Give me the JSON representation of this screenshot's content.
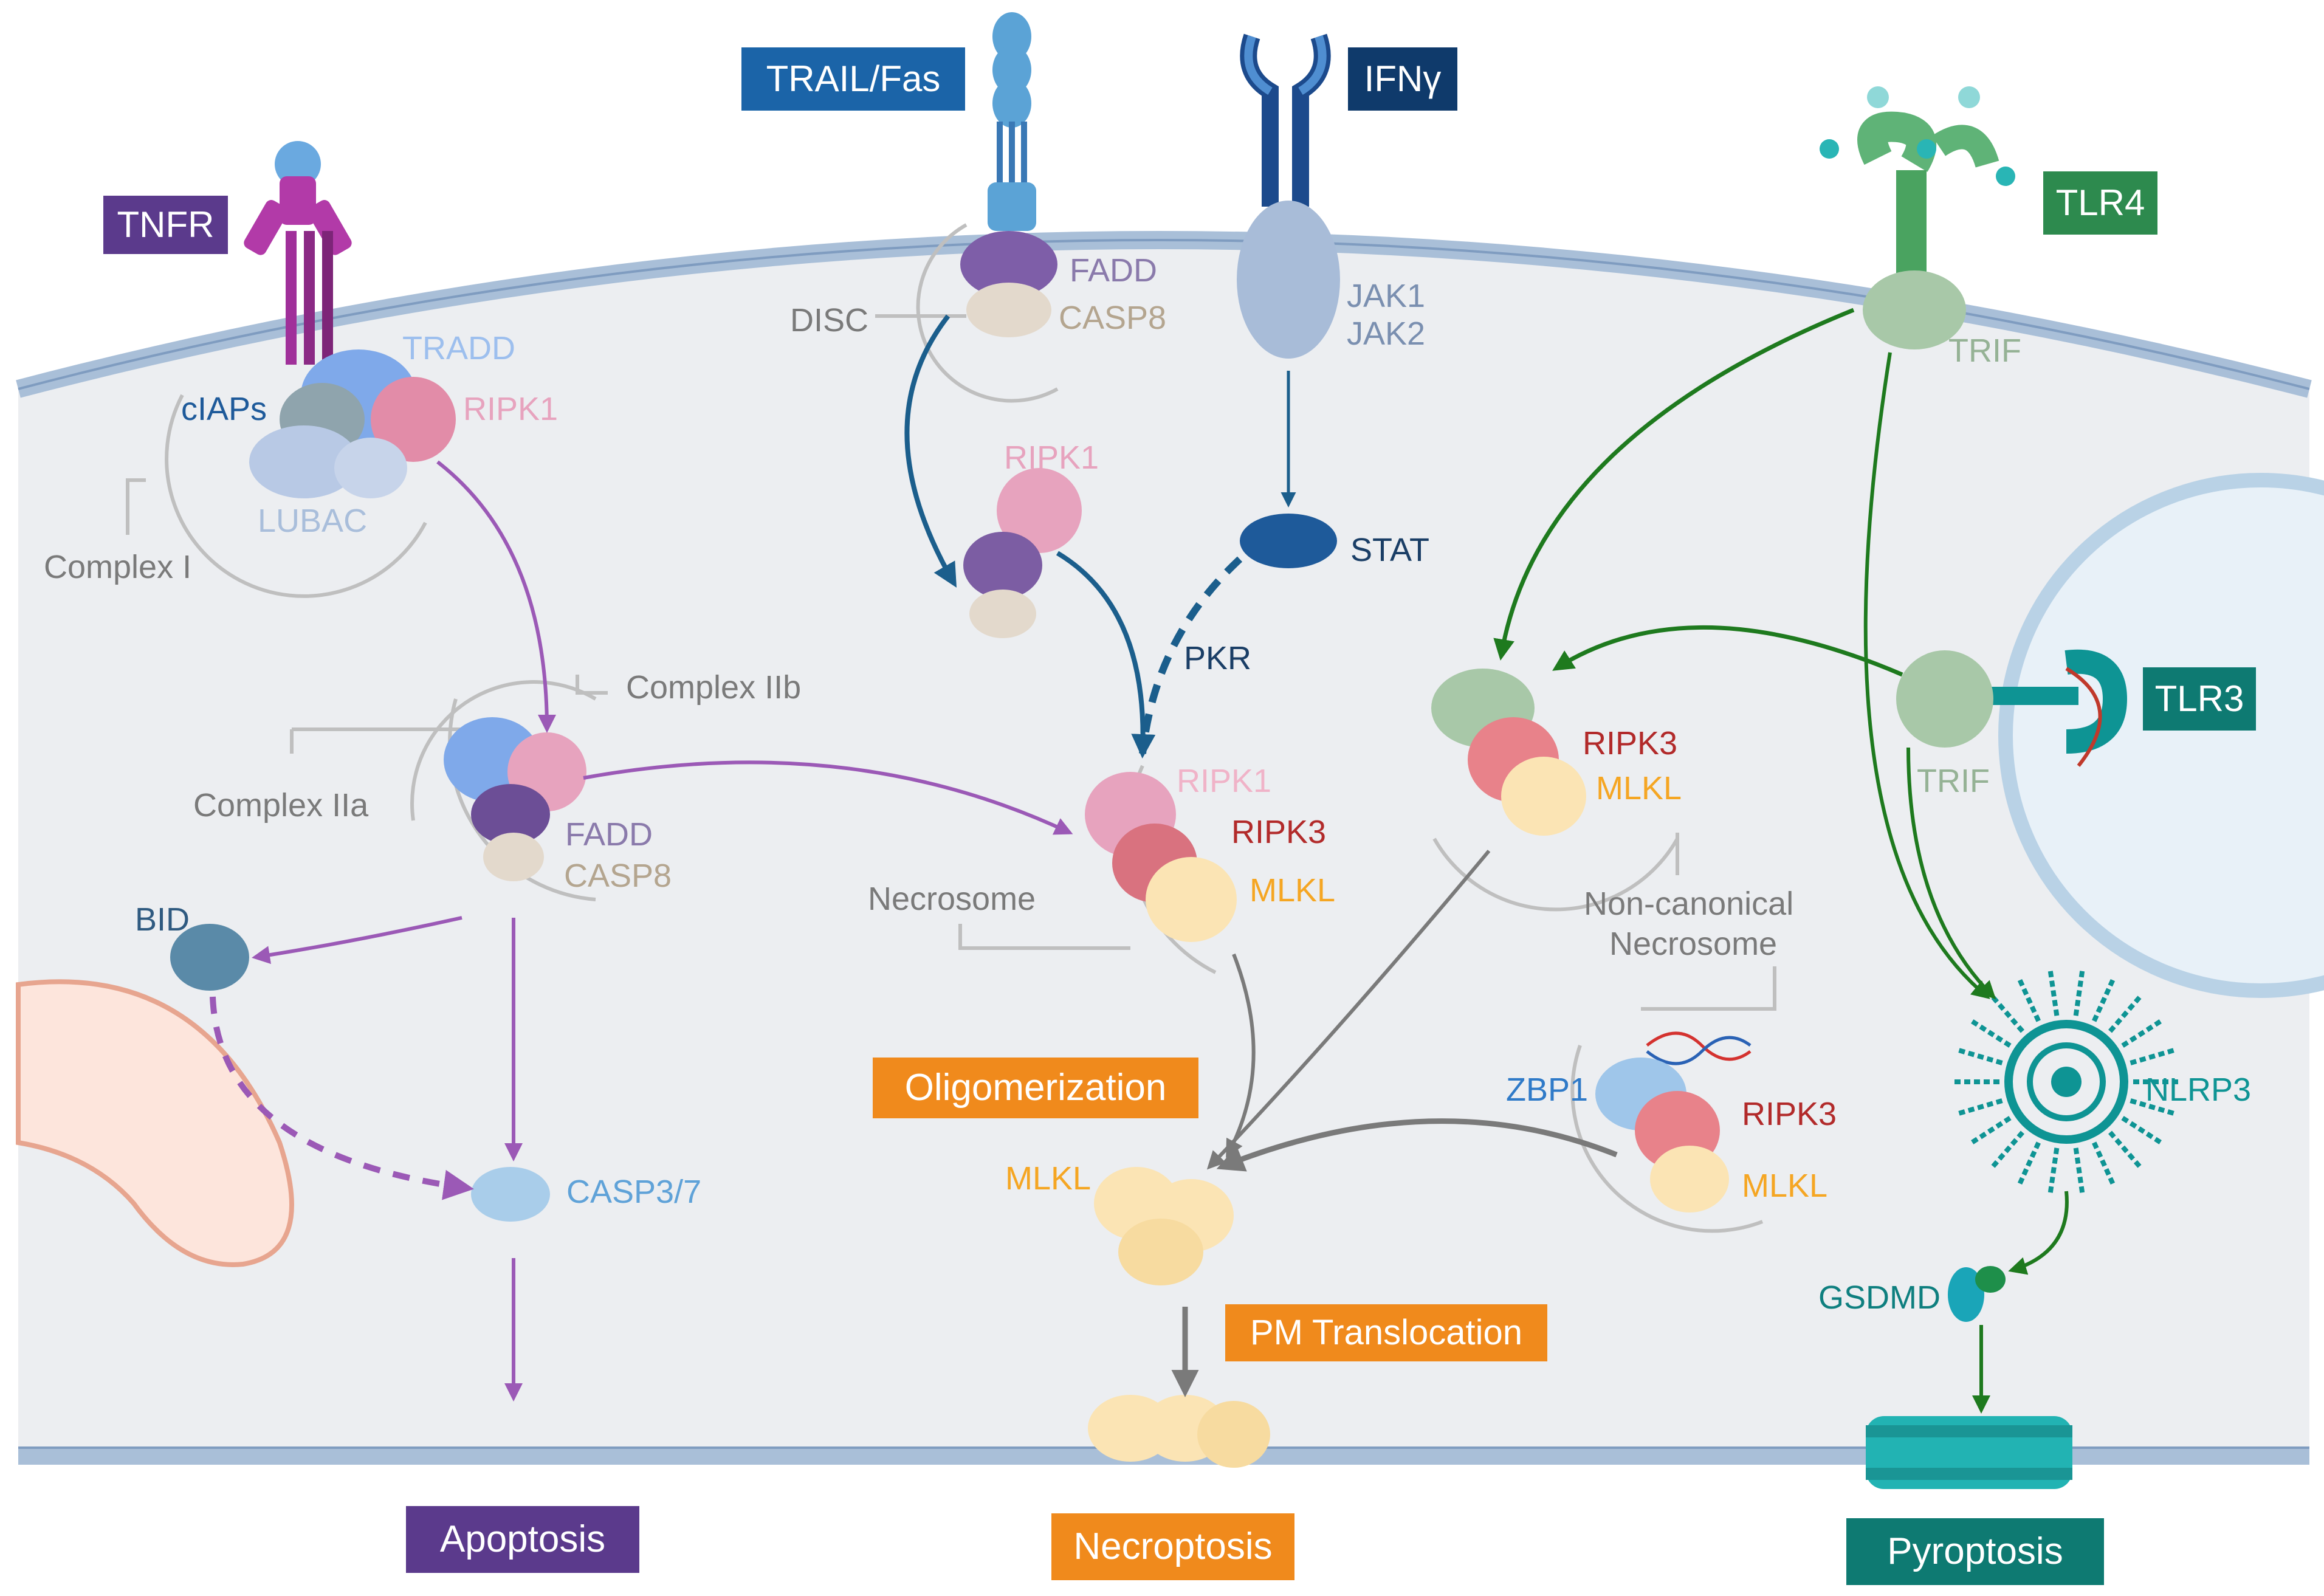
{
  "receptors": {
    "tnfr": "TNFR",
    "trail_fas": "TRAIL/Fas",
    "ifng": "IFNγ",
    "tlr4": "TLR4",
    "tlr3": "TLR3"
  },
  "complex1": {
    "tradd": "TRADD",
    "ciaps": "cIAPs",
    "ripk1": "RIPK1",
    "lubac": "LUBAC",
    "label": "Complex I"
  },
  "disc": {
    "label": "DISC",
    "fadd": "FADD",
    "casp8": "CASP8"
  },
  "jak": {
    "jak1": "JAK1",
    "jak2": "JAK2",
    "stat": "STAT",
    "pkr": "PKR"
  },
  "free_ripk1": "RIPK1",
  "complex2": {
    "iib": "Complex IIb",
    "iia": "Complex IIa",
    "fadd": "FADD",
    "casp8": "CASP8"
  },
  "apoptosis_path": {
    "bid": "BID",
    "casp37": "CASP3/7"
  },
  "necrosome": {
    "label": "Necrosome",
    "ripk1": "RIPK1",
    "ripk3": "RIPK3",
    "mlkl": "MLKL"
  },
  "trif": {
    "tlr4_trif": "TRIF",
    "tlr3_trif": "TRIF"
  },
  "tlr_complex": {
    "ripk3": "RIPK3",
    "mlkl": "MLKL"
  },
  "noncanonical": {
    "label_line1": "Non-canonical",
    "label_line2": "Necrosome",
    "zbp1": "ZBP1",
    "ripk3": "RIPK3",
    "mlkl": "MLKL"
  },
  "steps": {
    "oligomerization": "Oligomerization",
    "mlkl": "MLKL",
    "pm_translocation": "PM Translocation"
  },
  "pyro": {
    "nlrp3": "NLRP3",
    "gsdmd": "GSDMD"
  },
  "outcomes": {
    "apoptosis": "Apoptosis",
    "necroptosis": "Necroptosis",
    "pyroptosis": "Pyroptosis"
  },
  "colors": {
    "purple": "#9b59b6",
    "dark_purple": "#5b3a8c",
    "blue": "#1b64a8",
    "navy": "#0f3a6b",
    "green": "#1e7a1e",
    "teal": "#0e7f7f",
    "orange": "#f08a1c",
    "gray": "#808080",
    "cell": "#eceef1"
  }
}
